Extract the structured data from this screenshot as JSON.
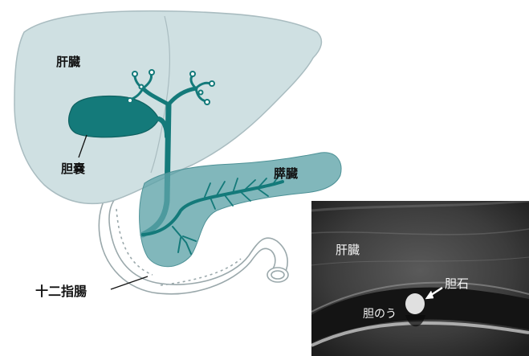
{
  "diagram": {
    "labels": {
      "liver": "肝臓",
      "gallbladder": "胆嚢",
      "pancreas": "膵臓",
      "duodenum": "十二指腸"
    },
    "colors": {
      "liver_fill": "#cfe0e2",
      "liver_stroke": "#a9bcc0",
      "duct_teal": "#147a7a",
      "pancreas_fill": "#5ea3a8",
      "duodenum_stroke": "#9aa8ab",
      "label_text": "#111111"
    }
  },
  "ultrasound": {
    "labels": {
      "liver": "肝臓",
      "gallstone": "胆石",
      "gallbladder": "胆のう"
    },
    "colors": {
      "background": "#3a3a3a",
      "text": "#f4f4f4"
    }
  }
}
